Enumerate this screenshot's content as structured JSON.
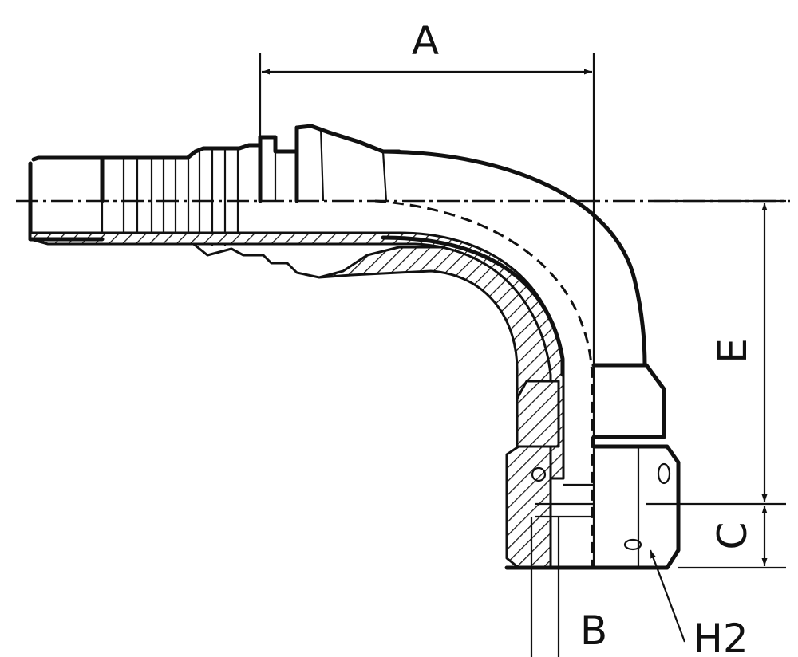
{
  "labels": {
    "A": "A",
    "B": "B",
    "C": "C",
    "E": "E",
    "H2": "H2"
  }
}
